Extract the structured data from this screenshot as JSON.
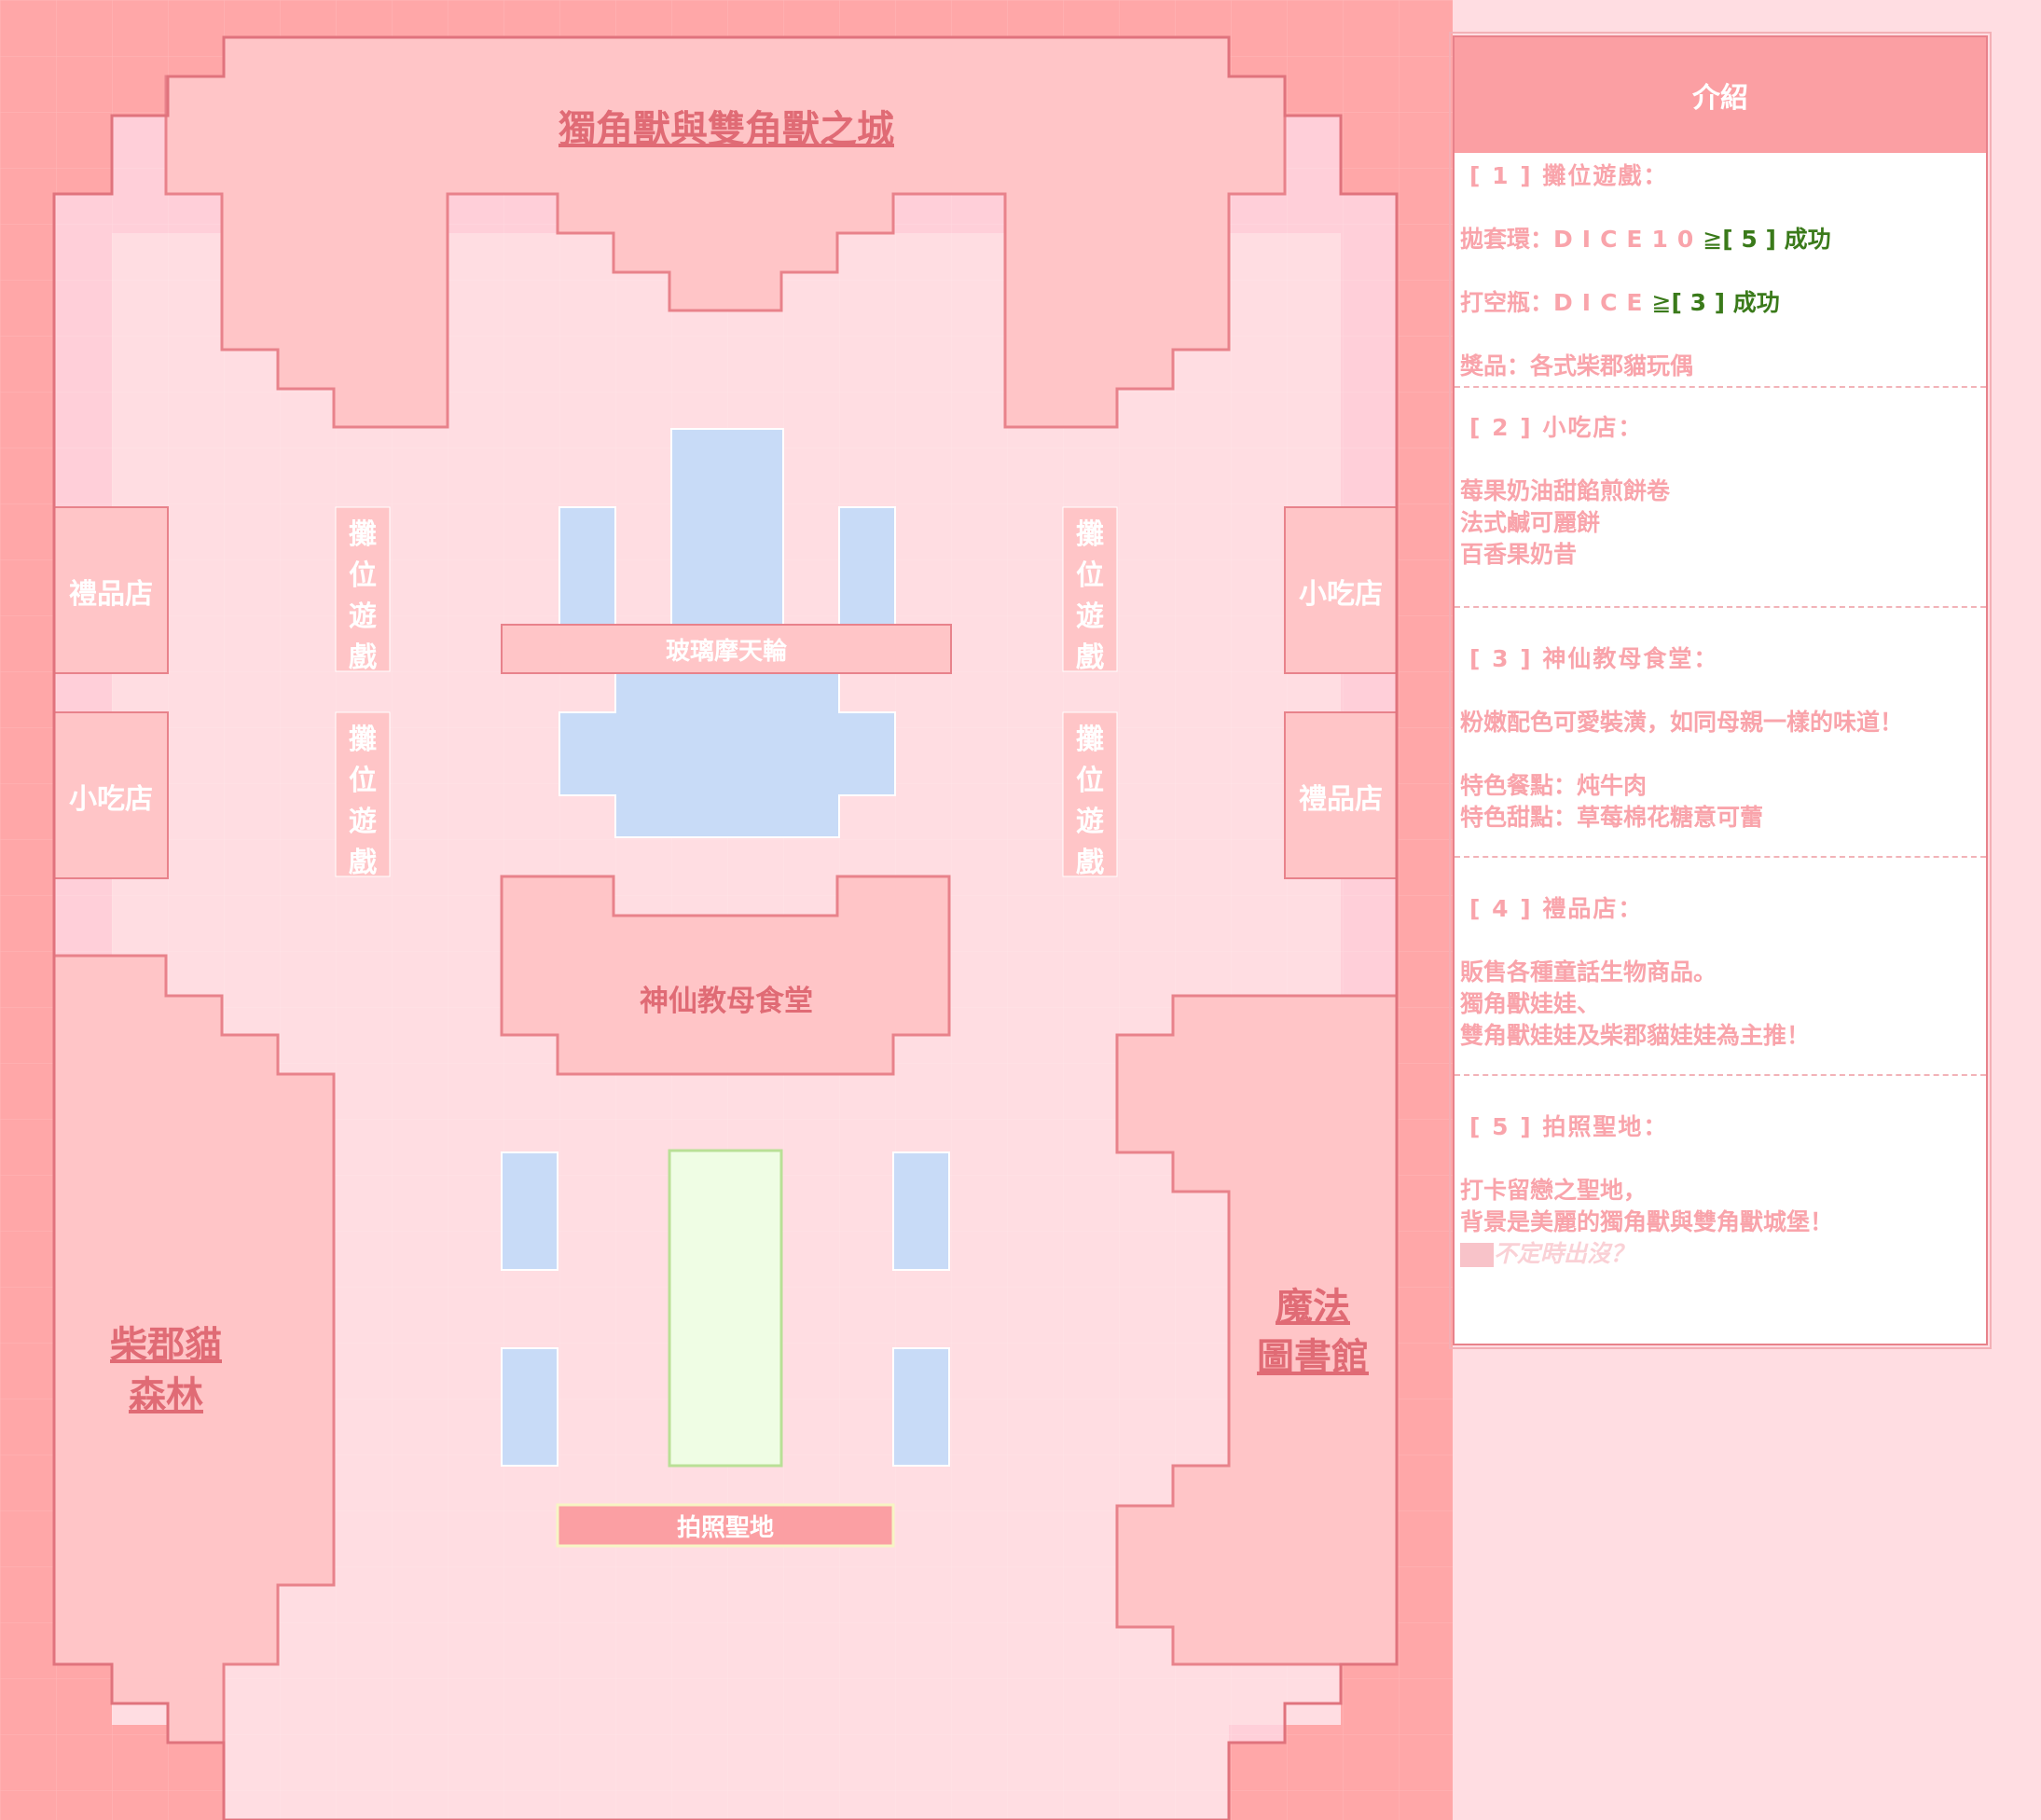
{
  "map": {
    "title": "獨角獸與雙角獸之城",
    "areas": {
      "forest": [
        "柴郡貓",
        "森林"
      ],
      "library": [
        "魔法",
        "圖書館"
      ],
      "ferris_wheel": "玻璃摩天輪",
      "canteen": "神仙教母食堂",
      "photo_spot": "拍照聖地",
      "left_gift_shop": "禮品店",
      "left_snack_shop": "小吃店",
      "right_snack_shop": "小吃店",
      "right_gift_shop": "禮品店",
      "booth_game": [
        "攤",
        "位",
        "遊",
        "戲"
      ]
    }
  },
  "panel": {
    "title": "介紹",
    "sections": [
      {
        "heading": "[ 1 ] 攤位遊戲：",
        "ring_label": "拋套環：",
        "ring_dice": "DICE10",
        "ring_ge": "≧",
        "ring_result": "[ 5 ] 成功",
        "bottle_label": "打空瓶：",
        "bottle_dice": "DICE",
        "bottle_ge": "≧",
        "bottle_result": "[ 3 ] 成功",
        "prize": "獎品：各式柴郡貓玩偶"
      },
      {
        "heading": "[ 2 ] 小吃店：",
        "items": [
          "莓果奶油甜餡煎餅卷",
          "法式鹹可麗餅",
          "百香果奶昔"
        ]
      },
      {
        "heading": "[ 3 ] 神仙教母食堂：",
        "desc": "粉嫩配色可愛裝潢，如同母親一樣的味道！",
        "meal": "特色餐點：炖牛肉",
        "dessert": "特色甜點：草莓棉花糖意可蕾"
      },
      {
        "heading": "[ 4 ] 禮品店：",
        "lines": [
          "販售各種童話生物商品。",
          "獨角獸娃娃、",
          "雙角獸娃娃及柴郡貓娃娃為主推！"
        ]
      },
      {
        "heading": "[ 5 ] 拍照聖地：",
        "lines": [
          "打卡留戀之聖地，",
          "背景是美麗的獨角獸與雙角獸城堡！"
        ],
        "hidden": "不定時出沒？"
      }
    ]
  },
  "colors": {
    "outer": "#ffa7a8",
    "wall": "#ffc5c7",
    "wall_light": "#ffcfd9",
    "ground": "#ffdde2",
    "water": "#c8dbf7",
    "lawn": "#effde4",
    "border": "#e0737d",
    "text_pink": "#f9a4ab",
    "text_green": "#3a7a1a"
  }
}
